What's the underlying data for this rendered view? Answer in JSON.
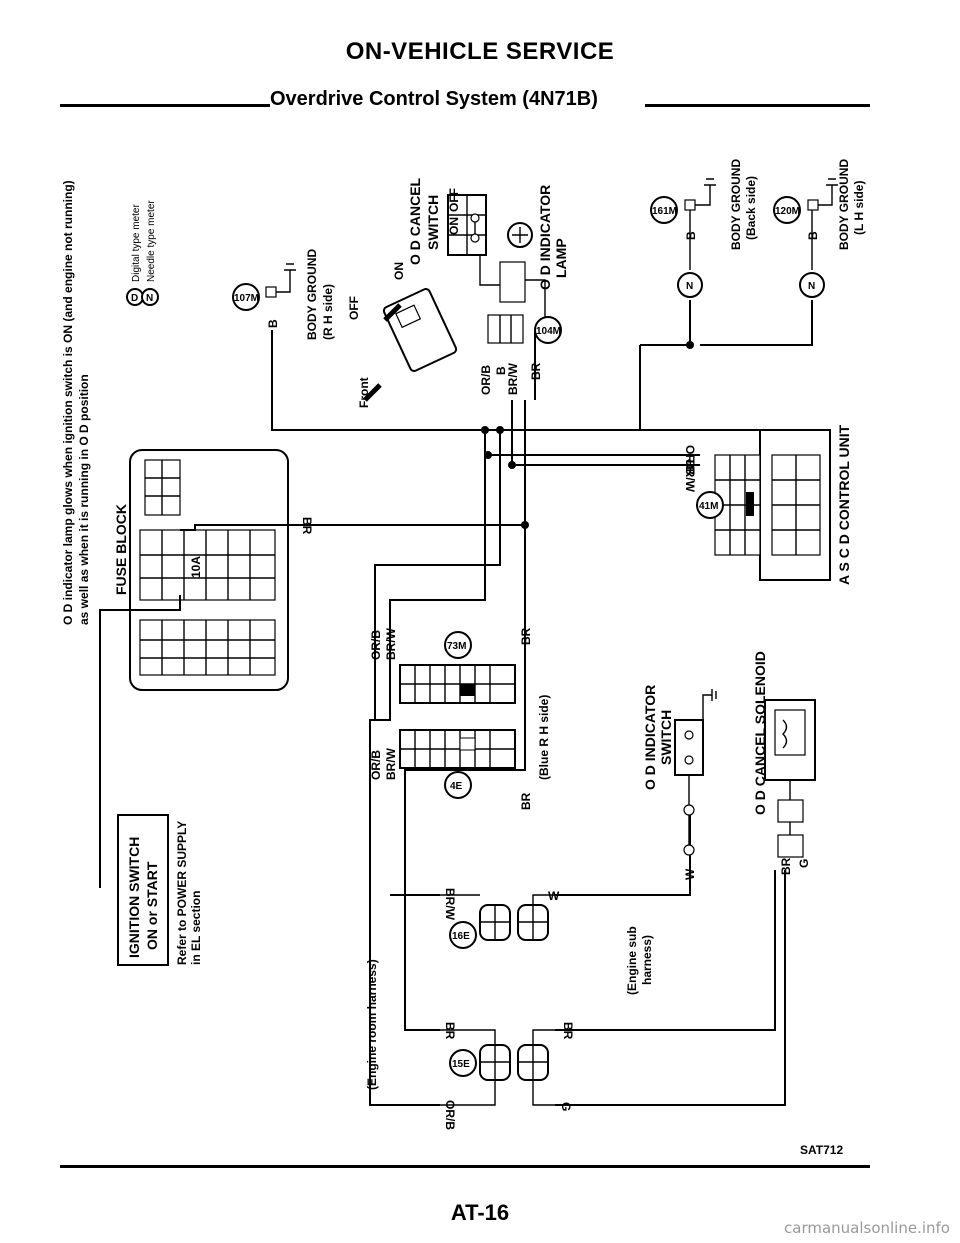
{
  "header": {
    "section": "ON-VEHICLE SERVICE",
    "subtitle": "Overdrive Control System (4N71B)"
  },
  "notes": {
    "od_lamp_1": "O D indicator lamp glows when ignition switch is ON (and engine not running)",
    "od_lamp_2": "as well as when it is running in O D position",
    "digital": "Digital type meter",
    "needle": "Needle type meter",
    "digital_sym": "D",
    "needle_sym": "N"
  },
  "components": {
    "fuse_block": "FUSE BLOCK",
    "fuse_10a": "10A",
    "ignition_1": "IGNITION SWITCH",
    "ignition_2": "ON or START",
    "power_1": "Refer to POWER SUPPLY",
    "power_2": "in EL section",
    "body_ground": "BODY GROUND",
    "rh_side": "(R H side)",
    "back_side": "(Back side)",
    "lh_side": "(L H side)",
    "od_cancel_1": "O D CANCEL",
    "od_cancel_2": "SWITCH",
    "od_ind_lamp_1": "O D INDICATOR",
    "od_ind_lamp_2": "LAMP",
    "off": "OFF",
    "on": "ON",
    "front": "Front",
    "ascd": "A S C D CONTROL UNIT",
    "od_ind_sw_1": "O D INDICATOR",
    "od_ind_sw_2": "SWITCH",
    "od_solenoid": "O D CANCEL SOLENOID",
    "engine_room": "(Engine room harness)",
    "engine_sub_1": "(Engine sub",
    "engine_sub_2": "harness)",
    "blue_rh": "(Blue  R H side)"
  },
  "connectors": {
    "c107m": "107M",
    "c104m": "104M",
    "c161m": "161M",
    "c120m": "120M",
    "c41m": "41M",
    "c73m": "73M",
    "c4e": "4E",
    "c16e": "16E",
    "c15e": "15E"
  },
  "wires": {
    "b": "B",
    "br": "BR",
    "brw": "BR/W",
    "orb": "OR/B",
    "w": "W",
    "g": "G",
    "n": "N",
    "on": "ON",
    "off": "OFF"
  },
  "footer": {
    "code": "SAT712",
    "page": "AT-16",
    "watermark": "carmanualsonline.info"
  }
}
